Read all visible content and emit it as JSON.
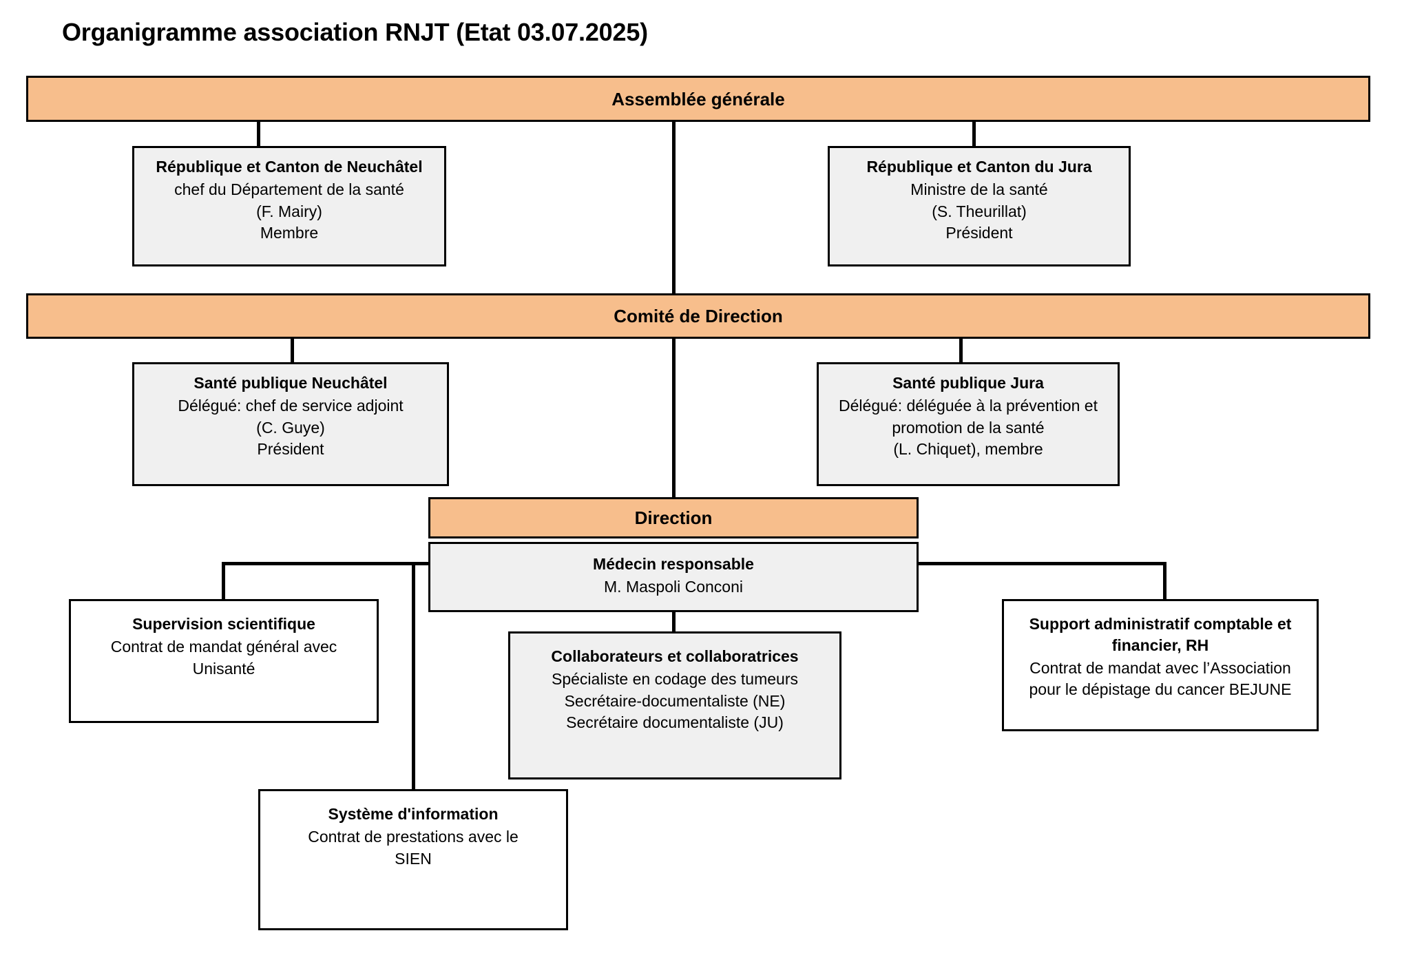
{
  "title": "Organigramme association RNJT (Etat 03.07.2025)",
  "colors": {
    "header_bar": "#F7BE8C",
    "node_fill": "#F0F0F0",
    "node_fill_alt": "#FFFFFF",
    "stroke": "#000000"
  },
  "bars": {
    "assemblee": "Assemblée générale",
    "comite": "Comité de Direction",
    "direction": "Direction"
  },
  "nodes": {
    "neuchatel": {
      "title": "République et Canton de Neuchâtel",
      "lines": [
        "chef du Département de la santé",
        "(F. Mairy)",
        "Membre"
      ]
    },
    "jura": {
      "title": "République et Canton du Jura",
      "lines": [
        "Ministre de la santé",
        "(S. Theurillat)",
        "Président"
      ]
    },
    "sante_publique_ne": {
      "title": "Santé publique Neuchâtel",
      "lines": [
        "Délégué: chef de service adjoint",
        "(C. Guye)",
        "Président"
      ]
    },
    "sante_publique_ju": {
      "title": "Santé publique Jura",
      "lines": [
        "Délégué: déléguée à la prévention et",
        "promotion de la santé",
        "(L. Chiquet), membre"
      ]
    },
    "medecin": {
      "title": "Médecin responsable",
      "lines": [
        "M. Maspoli Conconi"
      ]
    },
    "supervision": {
      "title": "Supervision scientifique",
      "lines": [
        "Contrat de mandat général avec",
        "Unisanté"
      ]
    },
    "collaborateurs": {
      "title": "Collaborateurs et collaboratrices",
      "lines": [
        "Spécialiste en codage des tumeurs",
        "Secrétaire-documentaliste (NE)",
        "Secrétaire documentaliste (JU)"
      ]
    },
    "support": {
      "title": "Support administratif comptable et financier, RH",
      "lines": [
        "Contrat de mandat avec l’Association",
        "pour le dépistage du cancer BEJUNE"
      ]
    },
    "systeme": {
      "title": "Système d'information",
      "lines": [
        "Contrat de prestations avec le",
        "SIEN"
      ]
    }
  }
}
